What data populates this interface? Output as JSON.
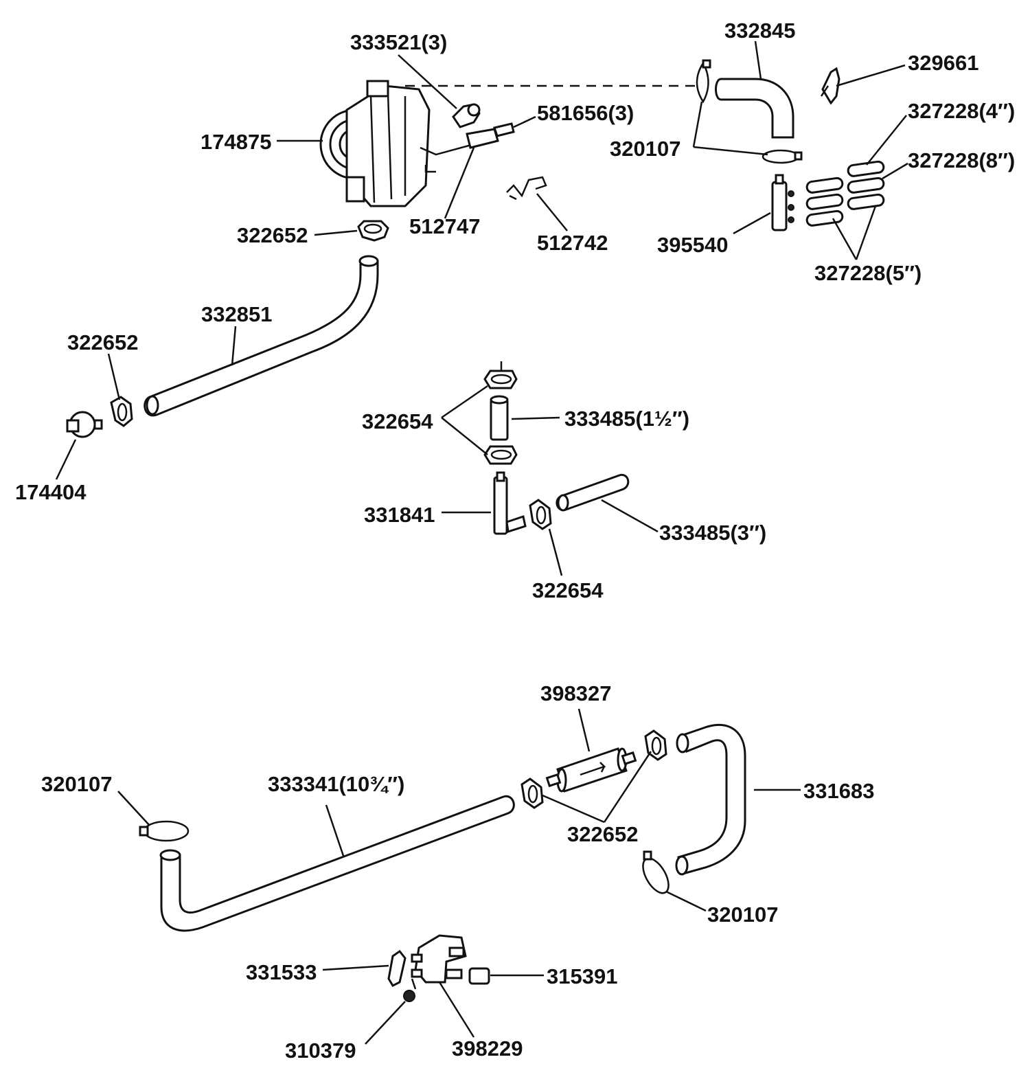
{
  "labels": {
    "p333521_3": "333521(3)",
    "p332845": "332845",
    "p329661": "329661",
    "p327228_4": "327228(4′′)",
    "p581656_3": "581656(3)",
    "p174875": "174875",
    "p320107_top": "320107",
    "p327228_8": "327228(8′′)",
    "p512747": "512747",
    "p322652_top": "322652",
    "p512742": "512742",
    "p395540": "395540",
    "p327228_5": "327228(5′′)",
    "p332851": "332851",
    "p322652_left": "322652",
    "p322654_a": "322654",
    "p333485_1half": "333485(1½′′)",
    "p174404": "174404",
    "p331841": "331841",
    "p333485_3": "333485(3′′)",
    "p322654_b": "322654",
    "p398327": "398327",
    "p320107_left": "320107",
    "p333341": "333341(10¾′′)",
    "p331683": "331683",
    "p322652_bottom": "322652",
    "p320107_right": "320107",
    "p331533": "331533",
    "p315391": "315391",
    "p310379": "310379",
    "p398229": "398229"
  }
}
